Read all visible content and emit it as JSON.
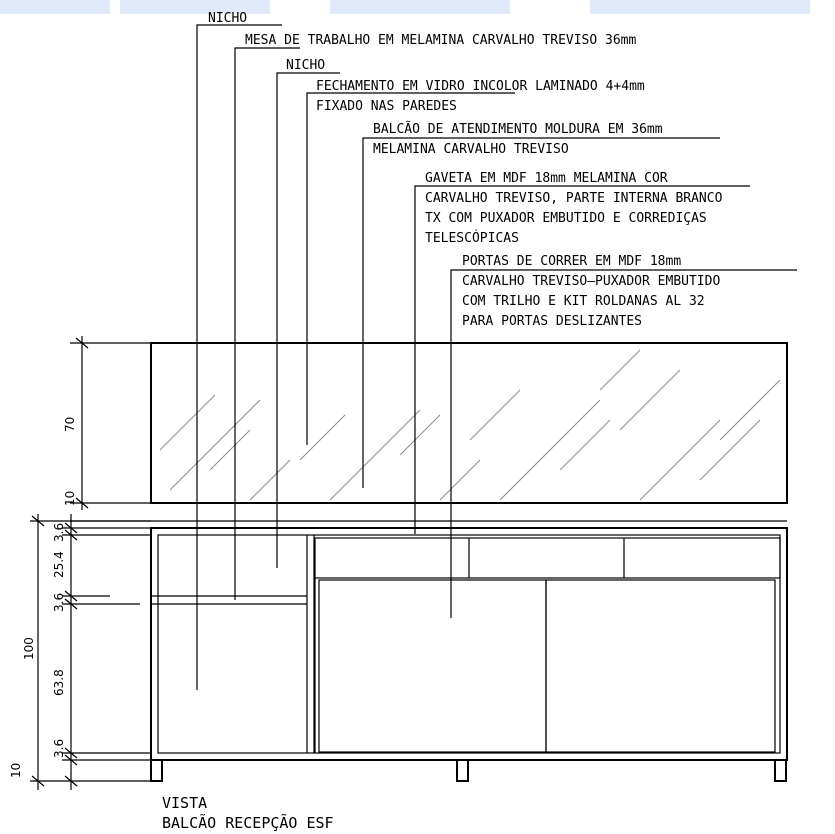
{
  "labels": {
    "nicho_top": "NICHO",
    "mesa": "MESA DE TRABALHO EM MELAMINA CARVALHO TREVISO 36mm",
    "nicho_2": "NICHO",
    "fechamento_1": "FECHAMENTO EM VIDRO INCOLOR LAMINADO 4+4mm",
    "fechamento_2": "FIXADO NAS PAREDES",
    "balcao_1": "BALCÃO DE ATENDIMENTO MOLDURA EM 36mm",
    "balcao_2": "MELAMINA CARVALHO TREVISO",
    "gaveta_1": "GAVETA EM MDF 18mm MELAMINA COR",
    "gaveta_2": "CARVALHO TREVISO, PARTE INTERNA BRANCO",
    "gaveta_3": "TX COM PUXADOR EMBUTIDO E CORREDIÇAS",
    "gaveta_4": "TELESCÓPICAS",
    "portas_1": "PORTAS DE CORRER EM MDF 18mm",
    "portas_2": "CARVALHO TREVISO—PUXADOR EMBUTIDO",
    "portas_3": "COM TRILHO E KIT ROLDANAS AL 32",
    "portas_4": "PARA PORTAS DESLIZANTES"
  },
  "dimensions": {
    "glass_height": "70",
    "glass_base": "10",
    "total_height": "100",
    "top_3_6": "3.6",
    "drawer_25_4": "25.4",
    "shelf_3_6": "3.6",
    "body_63_8": "63.8",
    "bottom_3_6": "3.6",
    "plinth_10": "10"
  },
  "title": {
    "line1": "VISTA",
    "line2": "BALCÃO RECEPÇÃO ESF"
  }
}
